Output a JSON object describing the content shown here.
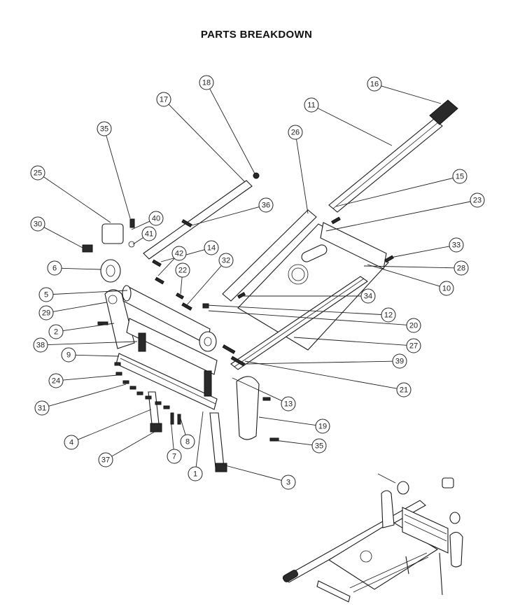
{
  "page": {
    "title": "PARTS BREAKDOWN"
  },
  "callouts": [
    {
      "label": "1"
    },
    {
      "label": "2"
    },
    {
      "label": "3"
    },
    {
      "label": "4"
    },
    {
      "label": "5"
    },
    {
      "label": "6"
    },
    {
      "label": "7"
    },
    {
      "label": "8"
    },
    {
      "label": "9"
    },
    {
      "label": "10"
    },
    {
      "label": "11"
    },
    {
      "label": "12"
    },
    {
      "label": "13"
    },
    {
      "label": "14"
    },
    {
      "label": "15"
    },
    {
      "label": "16"
    },
    {
      "label": "17"
    },
    {
      "label": "18"
    },
    {
      "label": "19"
    },
    {
      "label": "20"
    },
    {
      "label": "21"
    },
    {
      "label": "22"
    },
    {
      "label": "23"
    },
    {
      "label": "24"
    },
    {
      "label": "25"
    },
    {
      "label": "26"
    },
    {
      "label": "27"
    },
    {
      "label": "28"
    },
    {
      "label": "29"
    },
    {
      "label": "30"
    },
    {
      "label": "31"
    },
    {
      "label": "32"
    },
    {
      "label": "33"
    },
    {
      "label": "34"
    },
    {
      "label": "35"
    },
    {
      "label": "35"
    },
    {
      "label": "36"
    },
    {
      "label": "37"
    },
    {
      "label": "38"
    },
    {
      "label": "39"
    },
    {
      "label": "40"
    },
    {
      "label": "41"
    },
    {
      "label": "42"
    }
  ]
}
